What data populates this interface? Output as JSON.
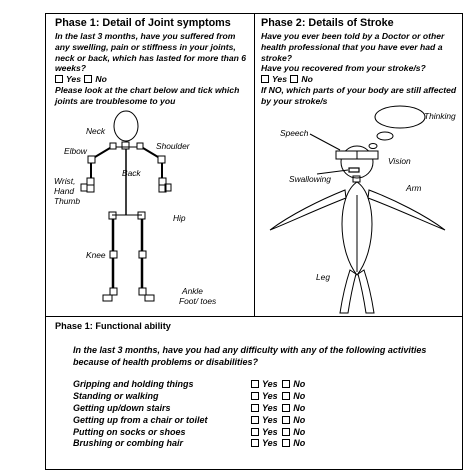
{
  "phase1": {
    "title": "Phase 1: Detail of Joint symptoms",
    "question": "In the last 3 months, have you suffered from any swelling, pain or stiffness in your joints, neck or back, which has lasted for more than 6 weeks?",
    "yes": "Yes",
    "no": "No",
    "instruction": "Please look at the chart below and tick which joints are troublesome to you",
    "labels": {
      "neck": "Neck",
      "shoulder": "Shoulder",
      "elbow": "Elbow",
      "back": "Back",
      "wrist": "Wrist,",
      "hand": "Hand",
      "thumb": "Thumb",
      "hip": "Hip",
      "knee": "Knee",
      "ankle": "Ankle",
      "foot": "Foot/ toes"
    }
  },
  "phase2": {
    "title": "Phase 2: Details of Stroke",
    "question1": "Have you ever been told by a Doctor or other health professional that you have ever had a stroke?",
    "question2": "Have you recovered from your stroke/s?",
    "yes": "Yes",
    "no": "No",
    "question3": "If NO, which parts of your body are still affected by your stroke/s",
    "labels": {
      "thinking": "Thinking",
      "speech": "Speech",
      "vision": "Vision",
      "swallowing": "Swallowing",
      "arm": "Arm",
      "leg": "Leg"
    }
  },
  "phase3": {
    "title": "Phase 1: Functional ability",
    "question": "In the last 3 months, have you had any difficulty with any of the following activities because of health problems or disabilities?",
    "yes": "Yes",
    "no": "No",
    "activities": [
      "Gripping and holding things",
      "Standing or walking",
      "Getting up/down stairs",
      "Getting up from a chair or toilet",
      "Putting on socks or shoes",
      "Brushing or combing hair"
    ]
  }
}
